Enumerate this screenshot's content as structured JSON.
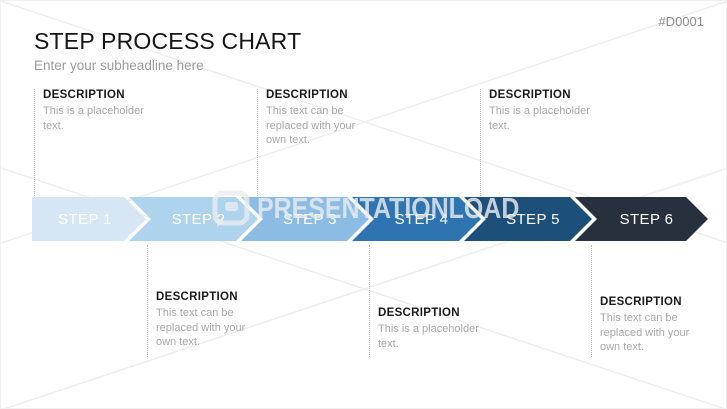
{
  "slide": {
    "code": "#D0001",
    "title": "STEP PROCESS CHART",
    "subtitle": "Enter your subheadline here"
  },
  "watermark": {
    "text": "PRESENTATIONLOAD",
    "logo": "presentationload-logo"
  },
  "process": {
    "steps": [
      {
        "label": "STEP 1",
        "color": "#d7e6f4"
      },
      {
        "label": "STEP 2",
        "color": "#aed3ec"
      },
      {
        "label": "STEP 3",
        "color": "#8cbce4"
      },
      {
        "label": "STEP 4",
        "color": "#2e74b0"
      },
      {
        "label": "STEP 5",
        "color": "#1d4f7b"
      },
      {
        "label": "STEP 6",
        "color": "#27313e"
      }
    ]
  },
  "descriptions_top": [
    {
      "heading": "DESCRIPTION",
      "body": "This is a placeholder text."
    },
    {
      "heading": "DESCRIPTION",
      "body": "This text can be replaced with your own text."
    },
    {
      "heading": "DESCRIPTION",
      "body": "This is a placeholder text."
    }
  ],
  "descriptions_bottom": [
    {
      "heading": "DESCRIPTION",
      "body": "This text can be replaced with your own text."
    },
    {
      "heading": "DESCRIPTION",
      "body": "This is a placeholder text."
    },
    {
      "heading": "DESCRIPTION",
      "body": "This text can be replaced with your own text."
    }
  ],
  "colors": {
    "title": "#161616",
    "subtitle_gray": "#9a9a9a",
    "body_gray": "#a8a8a8",
    "connector_gray": "#bdbdbd"
  }
}
